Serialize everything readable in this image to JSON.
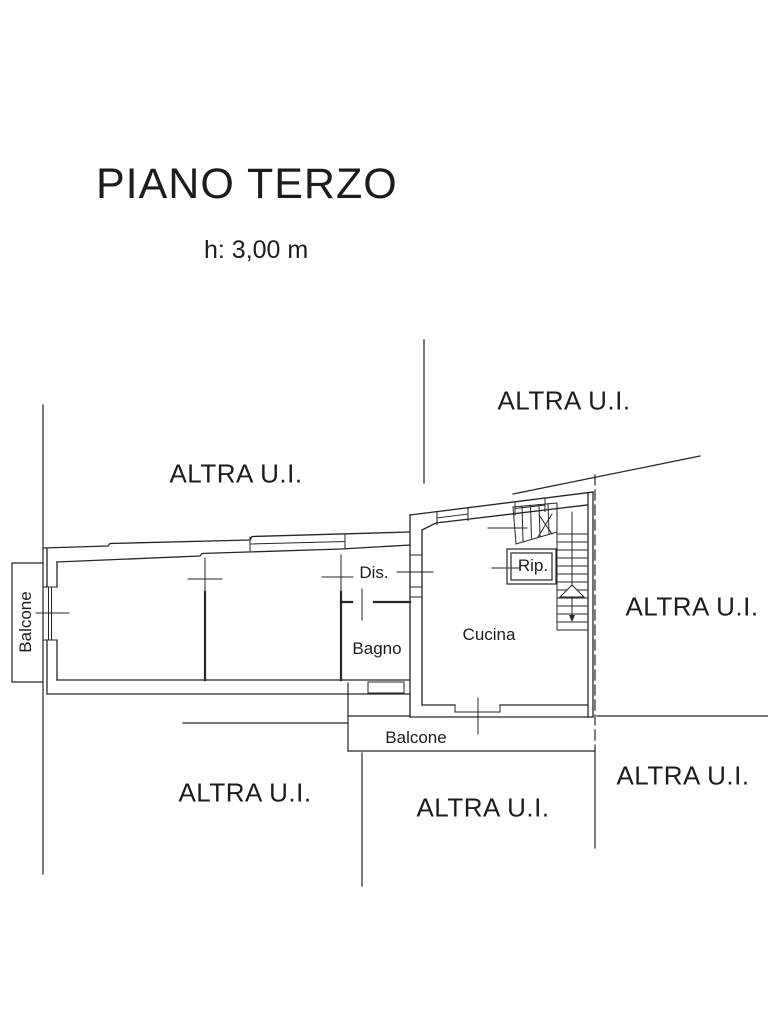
{
  "header": {
    "title": "PIANO TERZO",
    "subtitle": "h: 3,00 m"
  },
  "plan": {
    "unit_labels": {
      "mid_left": "ALTRA U.I.",
      "top_right": "ALTRA U.I.",
      "right": "ALTRA U.I.",
      "bottom_left": "ALTRA U.I.",
      "bottom_center": "ALTRA U.I.",
      "bottom_right": "ALTRA U.I."
    },
    "rooms": {
      "balcony_left": "Balcone",
      "hallway": "Dis.",
      "bathroom": "Bagno",
      "kitchen": "Cucina",
      "storage": "Rip.",
      "balcony_bottom": "Balcone"
    },
    "colors": {
      "line": "#262626",
      "text": "#1c1c1c",
      "background": "#ffffff"
    }
  }
}
